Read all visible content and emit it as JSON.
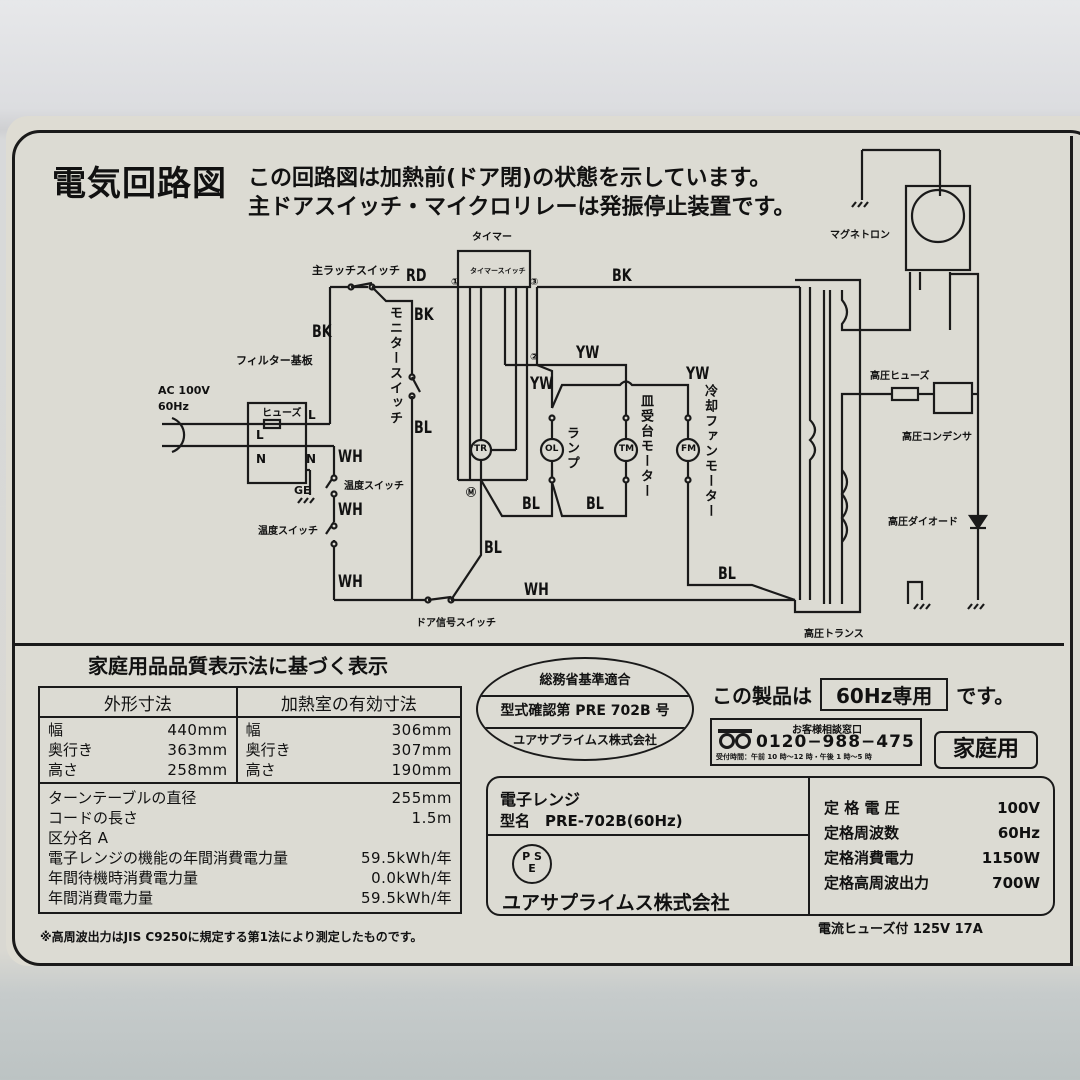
{
  "diagram": {
    "title": "電気回路図",
    "note_line1": "この回路図は加熱前(ドア閉)の状態を示しています。",
    "note_line2": "主ドアスイッチ・マイクロリレーは発振停止装置です。",
    "labels": {
      "timer": "タイマー",
      "timer_switch": "タイマースイッチ",
      "main_latch_switch": "主ラッチスイッチ",
      "filter_board": "フィルター基板",
      "ac_input": "AC 100V",
      "ac_freq": "60Hz",
      "fuse": "ヒューズ",
      "monitor_switch": "モニタースイッチ",
      "thermo_switch_1": "温度スイッチ",
      "thermo_switch_2": "温度スイッチ",
      "door_signal_switch": "ドア信号スイッチ",
      "lamp": "ランプ",
      "turntable_motor": "皿受台モーター",
      "cooling_fan_motor": "冷却ファンモーター",
      "magnetron": "マグネトロン",
      "hv_fuse": "高圧ヒューズ",
      "hv_capacitor": "高圧コンデンサ",
      "hv_diode": "高圧ダイオード",
      "hv_transformer": "高圧トランス",
      "line_L": "L",
      "line_N": "N",
      "ground": "GE",
      "terminal_1": "①",
      "terminal_2": "②",
      "terminal_3": "③",
      "terminal_m": "Ⓜ",
      "comp_TR": "TR",
      "comp_OL": "OL",
      "comp_TM": "TM",
      "comp_FM": "FM"
    },
    "wire_colors": {
      "RD": "RD",
      "BK": "BK",
      "YW": "YW",
      "BL": "BL",
      "WH": "WH"
    }
  },
  "quality_label": {
    "title": "家庭用品品質表示法に基づく表示",
    "external_dims": {
      "header": "外形寸法",
      "rows": [
        {
          "label": "幅",
          "value": "440mm"
        },
        {
          "label": "奥行き",
          "value": "363mm"
        },
        {
          "label": "高さ",
          "value": "258mm"
        }
      ]
    },
    "cavity_dims": {
      "header": "加熱室の有効寸法",
      "rows": [
        {
          "label": "幅",
          "value": "306mm"
        },
        {
          "label": "奥行き",
          "value": "307mm"
        },
        {
          "label": "高さ",
          "value": "190mm"
        }
      ]
    },
    "other_rows": [
      {
        "label": "ターンテーブルの直径",
        "value": "255mm"
      },
      {
        "label": "コードの長さ",
        "value": "1.5m"
      },
      {
        "label": "区分名 A",
        "value": ""
      },
      {
        "label": "電子レンジの機能の年間消費電力量",
        "value": "59.5kWh/年"
      },
      {
        "label": "年間待機時消費電力量",
        "value": "0.0kWh/年"
      },
      {
        "label": "年間消費電力量",
        "value": "59.5kWh/年"
      }
    ],
    "footnote": "※高周波出力はJIS C9250に規定する第1法により測定したものです。"
  },
  "certification": {
    "line1": "総務省基準適合",
    "line2": "型式確認第 PRE 702B 号",
    "line3": "ユアサプライムス株式会社"
  },
  "frequency_notice": {
    "prefix": "この製品は",
    "value": "60Hz専用",
    "suffix": "です。"
  },
  "contact": {
    "header": "お客様相談窓口",
    "phone": "0120−988−475",
    "hours": "受付時間：午前 10 時〜12 時・午後 1 時〜5 時",
    "icon": "free-dial-icon"
  },
  "household_badge": "家庭用",
  "product": {
    "name": "電子レンジ",
    "model": "型名　PRE-702B(60Hz)",
    "pse_mark": [
      "P",
      "S",
      "E"
    ],
    "maker": "ユアサプライムス株式会社",
    "ratings": [
      {
        "label": "定 格 電 圧",
        "value": "100V"
      },
      {
        "label": "定格周波数",
        "value": "60Hz"
      },
      {
        "label": "定格消費電力",
        "value": "1150W"
      },
      {
        "label": "定格高周波出力",
        "value": "700W"
      }
    ],
    "fuse_note": "電流ヒューズ付 125V 17A"
  }
}
